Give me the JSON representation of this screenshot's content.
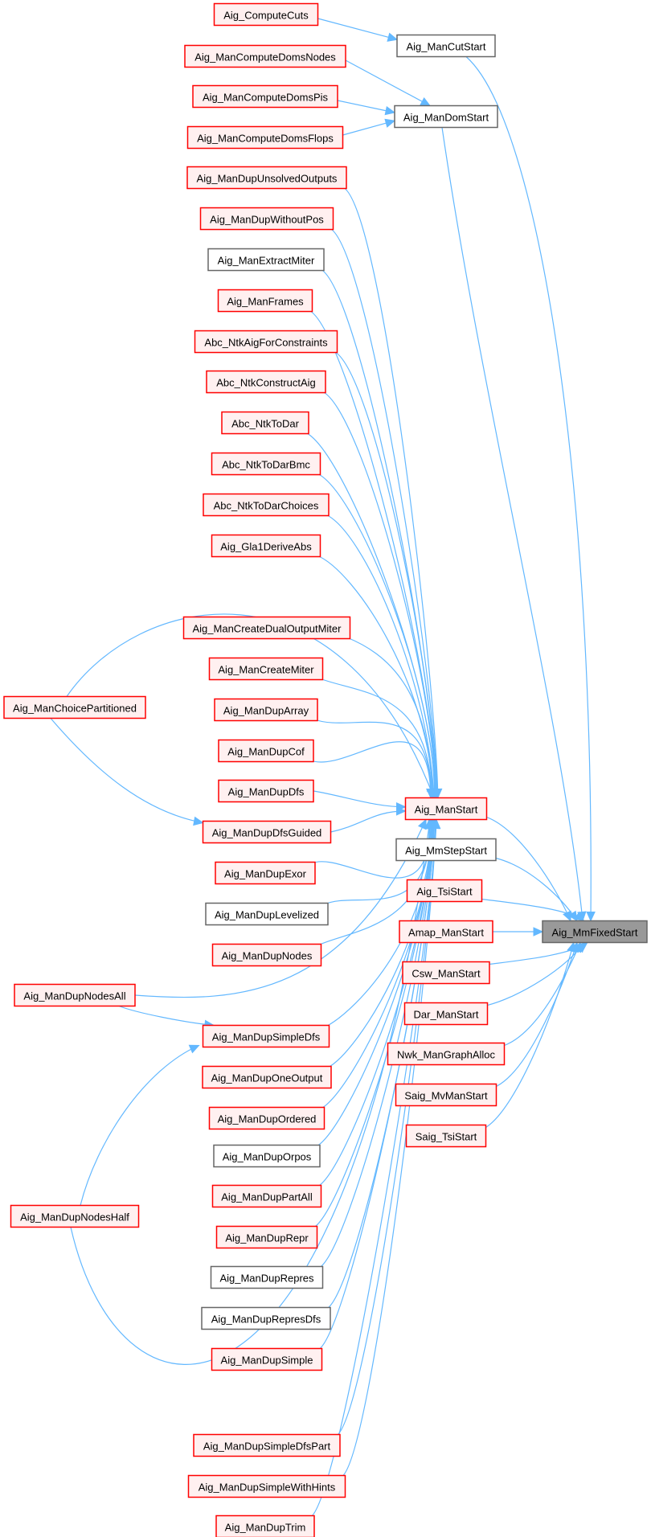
{
  "graph": {
    "title": "Aig_MmFixedStart caller graph",
    "colors": {
      "edge": "#63b8ff",
      "red_border": "#ff0000",
      "red_fill": "#fff0f0",
      "gray_border": "#666666",
      "target_fill": "#999999"
    },
    "target": {
      "id": "Aig_MmFixedStart",
      "label": "Aig_MmFixedStart"
    },
    "nodes": [
      {
        "id": "Aig_ComputeCuts",
        "label": "Aig_ComputeCuts",
        "style": "red"
      },
      {
        "id": "Aig_ManCutStart",
        "label": "Aig_ManCutStart",
        "style": "gray"
      },
      {
        "id": "Aig_ManComputeDomsNodes",
        "label": "Aig_ManComputeDomsNodes",
        "style": "red"
      },
      {
        "id": "Aig_ManComputeDomsPis",
        "label": "Aig_ManComputeDomsPis",
        "style": "red"
      },
      {
        "id": "Aig_ManComputeDomsFlops",
        "label": "Aig_ManComputeDomsFlops",
        "style": "red"
      },
      {
        "id": "Aig_ManDomStart",
        "label": "Aig_ManDomStart",
        "style": "gray"
      },
      {
        "id": "Aig_ManDupUnsolvedOutputs",
        "label": "Aig_ManDupUnsolvedOutputs",
        "style": "red"
      },
      {
        "id": "Aig_ManDupWithoutPos",
        "label": "Aig_ManDupWithoutPos",
        "style": "red"
      },
      {
        "id": "Aig_ManExtractMiter",
        "label": "Aig_ManExtractMiter",
        "style": "gray"
      },
      {
        "id": "Aig_ManFrames",
        "label": "Aig_ManFrames",
        "style": "red"
      },
      {
        "id": "Abc_NtkAigForConstraints",
        "label": "Abc_NtkAigForConstraints",
        "style": "red"
      },
      {
        "id": "Abc_NtkConstructAig",
        "label": "Abc_NtkConstructAig",
        "style": "red"
      },
      {
        "id": "Abc_NtkToDar",
        "label": "Abc_NtkToDar",
        "style": "red"
      },
      {
        "id": "Abc_NtkToDarBmc",
        "label": "Abc_NtkToDarBmc",
        "style": "red"
      },
      {
        "id": "Abc_NtkToDarChoices",
        "label": "Abc_NtkToDarChoices",
        "style": "red"
      },
      {
        "id": "Aig_Gla1DeriveAbs",
        "label": "Aig_Gla1DeriveAbs",
        "style": "red"
      },
      {
        "id": "Aig_ManChoicePartitioned",
        "label": "Aig_ManChoicePartitioned",
        "style": "red"
      },
      {
        "id": "Aig_ManCreateDualOutputMiter",
        "label": "Aig_ManCreateDualOutputMiter",
        "style": "red"
      },
      {
        "id": "Aig_ManCreateMiter",
        "label": "Aig_ManCreateMiter",
        "style": "red"
      },
      {
        "id": "Aig_ManDupArray",
        "label": "Aig_ManDupArray",
        "style": "red"
      },
      {
        "id": "Aig_ManDupCof",
        "label": "Aig_ManDupCof",
        "style": "red"
      },
      {
        "id": "Aig_ManDupDfs",
        "label": "Aig_ManDupDfs",
        "style": "red"
      },
      {
        "id": "Aig_ManDupDfsGuided",
        "label": "Aig_ManDupDfsGuided",
        "style": "red"
      },
      {
        "id": "Aig_ManDupExor",
        "label": "Aig_ManDupExor",
        "style": "red"
      },
      {
        "id": "Aig_ManDupLevelized",
        "label": "Aig_ManDupLevelized",
        "style": "gray"
      },
      {
        "id": "Aig_ManDupNodes",
        "label": "Aig_ManDupNodes",
        "style": "red"
      },
      {
        "id": "Aig_ManDupNodesAll",
        "label": "Aig_ManDupNodesAll",
        "style": "red"
      },
      {
        "id": "Aig_ManDupSimpleDfs",
        "label": "Aig_ManDupSimpleDfs",
        "style": "red"
      },
      {
        "id": "Aig_ManDupOneOutput",
        "label": "Aig_ManDupOneOutput",
        "style": "red"
      },
      {
        "id": "Aig_ManDupOrdered",
        "label": "Aig_ManDupOrdered",
        "style": "red"
      },
      {
        "id": "Aig_ManDupOrpos",
        "label": "Aig_ManDupOrpos",
        "style": "gray"
      },
      {
        "id": "Aig_ManDupPartAll",
        "label": "Aig_ManDupPartAll",
        "style": "red"
      },
      {
        "id": "Aig_ManDupNodesHalf",
        "label": "Aig_ManDupNodesHalf",
        "style": "red"
      },
      {
        "id": "Aig_ManDupRepr",
        "label": "Aig_ManDupRepr",
        "style": "red"
      },
      {
        "id": "Aig_ManDupRepres",
        "label": "Aig_ManDupRepres",
        "style": "gray"
      },
      {
        "id": "Aig_ManDupRepresDfs",
        "label": "Aig_ManDupRepresDfs",
        "style": "gray"
      },
      {
        "id": "Aig_ManDupSimple",
        "label": "Aig_ManDupSimple",
        "style": "red"
      },
      {
        "id": "Aig_ManDupSimpleDfsPart",
        "label": "Aig_ManDupSimpleDfsPart",
        "style": "red"
      },
      {
        "id": "Aig_ManDupSimpleWithHints",
        "label": "Aig_ManDupSimpleWithHints",
        "style": "red"
      },
      {
        "id": "Aig_ManDupTrim",
        "label": "Aig_ManDupTrim",
        "style": "red"
      },
      {
        "id": "Aig_ManStart",
        "label": "Aig_ManStart",
        "style": "red"
      },
      {
        "id": "Aig_MmStepStart",
        "label": "Aig_MmStepStart",
        "style": "gray"
      },
      {
        "id": "Aig_TsiStart",
        "label": "Aig_TsiStart",
        "style": "red"
      },
      {
        "id": "Amap_ManStart",
        "label": "Amap_ManStart",
        "style": "red"
      },
      {
        "id": "Csw_ManStart",
        "label": "Csw_ManStart",
        "style": "red"
      },
      {
        "id": "Dar_ManStart",
        "label": "Dar_ManStart",
        "style": "red"
      },
      {
        "id": "Nwk_ManGraphAlloc",
        "label": "Nwk_ManGraphAlloc",
        "style": "red"
      },
      {
        "id": "Saig_MvManStart",
        "label": "Saig_MvManStart",
        "style": "red"
      },
      {
        "id": "Saig_TsiStart",
        "label": "Saig_TsiStart",
        "style": "red"
      }
    ],
    "edges": [
      [
        "Aig_ComputeCuts",
        "Aig_ManCutStart"
      ],
      [
        "Aig_ManComputeDomsNodes",
        "Aig_ManDomStart"
      ],
      [
        "Aig_ManComputeDomsPis",
        "Aig_ManDomStart"
      ],
      [
        "Aig_ManComputeDomsFlops",
        "Aig_ManDomStart"
      ],
      [
        "Aig_ManCutStart",
        "Aig_MmFixedStart"
      ],
      [
        "Aig_ManDomStart",
        "Aig_MmFixedStart"
      ],
      [
        "Aig_ManDupUnsolvedOutputs",
        "Aig_ManStart"
      ],
      [
        "Aig_ManDupWithoutPos",
        "Aig_ManStart"
      ],
      [
        "Aig_ManExtractMiter",
        "Aig_ManStart"
      ],
      [
        "Aig_ManFrames",
        "Aig_ManStart"
      ],
      [
        "Abc_NtkAigForConstraints",
        "Aig_ManStart"
      ],
      [
        "Abc_NtkConstructAig",
        "Aig_ManStart"
      ],
      [
        "Abc_NtkToDar",
        "Aig_ManStart"
      ],
      [
        "Abc_NtkToDarBmc",
        "Aig_ManStart"
      ],
      [
        "Abc_NtkToDarChoices",
        "Aig_ManStart"
      ],
      [
        "Aig_Gla1DeriveAbs",
        "Aig_ManStart"
      ],
      [
        "Aig_ManChoicePartitioned",
        "Aig_ManStart"
      ],
      [
        "Aig_ManChoicePartitioned",
        "Aig_ManDupDfsGuided"
      ],
      [
        "Aig_ManCreateDualOutputMiter",
        "Aig_ManStart"
      ],
      [
        "Aig_ManCreateMiter",
        "Aig_ManStart"
      ],
      [
        "Aig_ManDupArray",
        "Aig_ManStart"
      ],
      [
        "Aig_ManDupCof",
        "Aig_ManStart"
      ],
      [
        "Aig_ManDupDfs",
        "Aig_ManStart"
      ],
      [
        "Aig_ManDupDfsGuided",
        "Aig_ManStart"
      ],
      [
        "Aig_ManDupExor",
        "Aig_ManStart"
      ],
      [
        "Aig_ManDupLevelized",
        "Aig_ManStart"
      ],
      [
        "Aig_ManDupNodes",
        "Aig_ManStart"
      ],
      [
        "Aig_ManDupNodesAll",
        "Aig_ManStart"
      ],
      [
        "Aig_ManDupNodesAll",
        "Aig_ManDupSimpleDfs"
      ],
      [
        "Aig_ManDupSimpleDfs",
        "Aig_ManStart"
      ],
      [
        "Aig_ManDupOneOutput",
        "Aig_ManStart"
      ],
      [
        "Aig_ManDupOrdered",
        "Aig_ManStart"
      ],
      [
        "Aig_ManDupOrpos",
        "Aig_ManStart"
      ],
      [
        "Aig_ManDupPartAll",
        "Aig_ManStart"
      ],
      [
        "Aig_ManDupNodesHalf",
        "Aig_ManDupSimpleDfs"
      ],
      [
        "Aig_ManDupNodesHalf",
        "Aig_ManStart"
      ],
      [
        "Aig_ManDupRepr",
        "Aig_ManStart"
      ],
      [
        "Aig_ManDupRepres",
        "Aig_ManStart"
      ],
      [
        "Aig_ManDupRepresDfs",
        "Aig_ManStart"
      ],
      [
        "Aig_ManDupSimple",
        "Aig_ManStart"
      ],
      [
        "Aig_ManDupSimpleDfsPart",
        "Aig_ManStart"
      ],
      [
        "Aig_ManDupSimpleWithHints",
        "Aig_ManStart"
      ],
      [
        "Aig_ManDupTrim",
        "Aig_ManStart"
      ],
      [
        "Aig_ManStart",
        "Aig_MmFixedStart"
      ],
      [
        "Aig_MmStepStart",
        "Aig_MmFixedStart"
      ],
      [
        "Aig_TsiStart",
        "Aig_MmFixedStart"
      ],
      [
        "Amap_ManStart",
        "Aig_MmFixedStart"
      ],
      [
        "Csw_ManStart",
        "Aig_MmFixedStart"
      ],
      [
        "Dar_ManStart",
        "Aig_MmFixedStart"
      ],
      [
        "Nwk_ManGraphAlloc",
        "Aig_MmFixedStart"
      ],
      [
        "Saig_MvManStart",
        "Aig_MmFixedStart"
      ],
      [
        "Saig_TsiStart",
        "Aig_MmFixedStart"
      ]
    ]
  }
}
